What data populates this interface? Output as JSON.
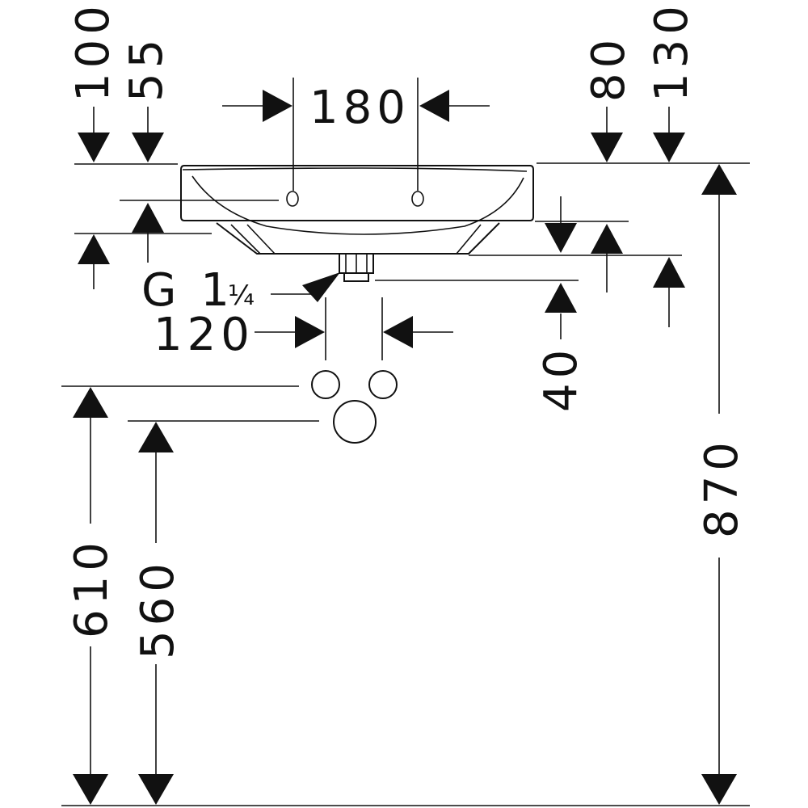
{
  "dimensions": {
    "d_100": "100",
    "d_55": "55",
    "d_180": "180",
    "d_80": "80",
    "d_130": "130",
    "thread_main": "G 1",
    "thread_frac": "¼",
    "d_120": "120",
    "d_40": "40",
    "d_870": "870",
    "d_610": "610",
    "d_560": "560"
  }
}
